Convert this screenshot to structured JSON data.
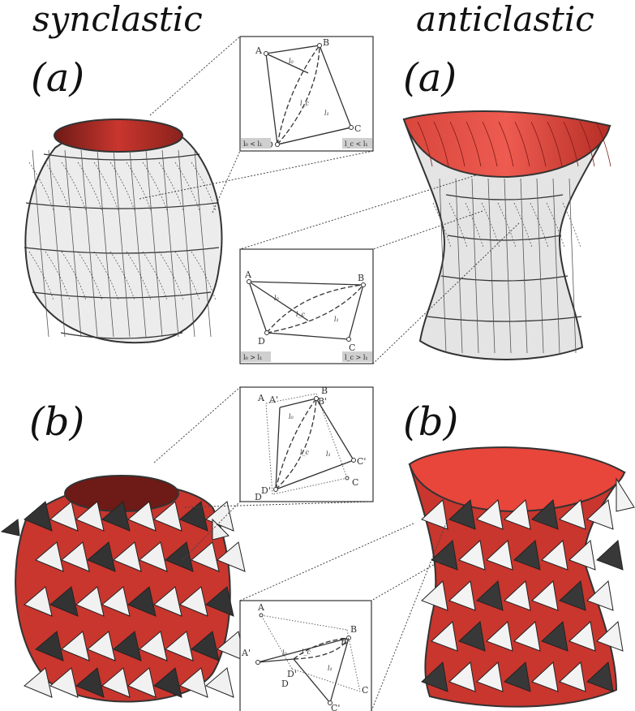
{
  "headers": {
    "left": "synclastic",
    "right": "anticlastic"
  },
  "panel_labels": {
    "a_left": "(a)",
    "a_right": "(a)",
    "b_left": "(b)",
    "b_right": "(b)"
  },
  "insets": {
    "a_syn": {
      "points": {
        "A": "A",
        "B": "B",
        "C": "C",
        "D": "D"
      },
      "lengths": {
        "l0": "l₀",
        "lc": "l_c",
        "l1": "l₁"
      },
      "condition_left": "l₀ < l₁",
      "condition_right": "l_c < l₁"
    },
    "a_anti": {
      "points": {
        "A": "A",
        "B": "B",
        "C": "C",
        "D": "D"
      },
      "lengths": {
        "l0": "l₀",
        "lc": "l_c",
        "l1": "l₁"
      },
      "condition_left": "l₀ > l₁",
      "condition_right": "l_c > l₁"
    },
    "b_syn": {
      "points": {
        "A": "A",
        "B": "B",
        "C": "C",
        "D": "D",
        "A2": "A'",
        "B2": "B'",
        "C2": "C'",
        "D2": "D'"
      },
      "lengths": {
        "l0": "l₀",
        "lc": "l_c",
        "l1": "l₁"
      }
    },
    "b_anti": {
      "points": {
        "A": "A",
        "B": "B",
        "C": "C",
        "D": "D",
        "A2": "A'",
        "B2": "B'",
        "C2": "C'",
        "D2": "D'"
      },
      "lengths": {
        "l0": "l₀",
        "lc": "l_c",
        "l1": "l₁"
      }
    }
  },
  "colors": {
    "red": "#c8362e",
    "red_dark": "#7d1d18",
    "panel_light": "#eeeeee",
    "panel_mid": "#cfcfcf",
    "panel_dark": "#3a3a3a"
  }
}
